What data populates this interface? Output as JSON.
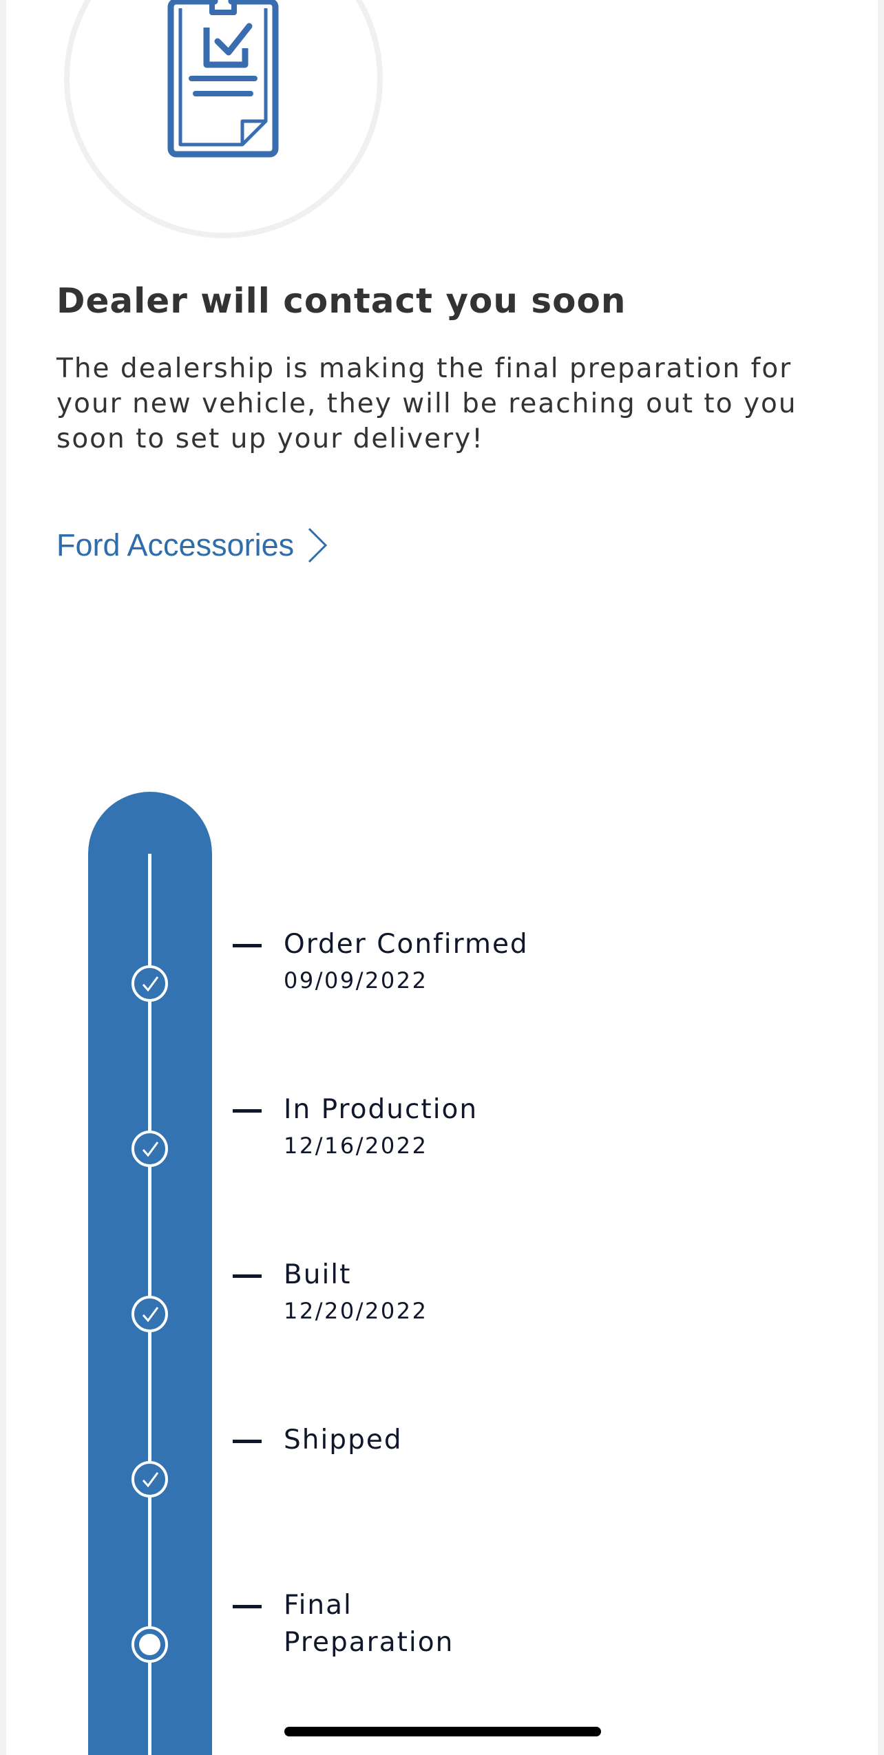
{
  "card": {
    "heading": "Dealer will contact you soon",
    "message": "The dealership is making the final preparation for your new vehicle, they will be reaching out to you soon to set up your delivery!",
    "hero_icon": "clipboard-check-icon"
  },
  "link": {
    "label": "Ford Accessories",
    "icon": "chevron-right-icon"
  },
  "timeline": {
    "steps": [
      {
        "title": "Order Confirmed",
        "date": "09/09/2022",
        "status": "complete"
      },
      {
        "title": "In Production",
        "date": "12/16/2022",
        "status": "complete"
      },
      {
        "title": "Built",
        "date": "12/20/2022",
        "status": "complete"
      },
      {
        "title": "Shipped",
        "date": "",
        "status": "complete"
      },
      {
        "title": "Final Preparation",
        "date": "",
        "status": "current"
      }
    ]
  },
  "colors": {
    "brand_blue": "#3373b1",
    "link_blue": "#2f6daa",
    "heading_text": "#333333",
    "timeline_text": "#10172a"
  }
}
